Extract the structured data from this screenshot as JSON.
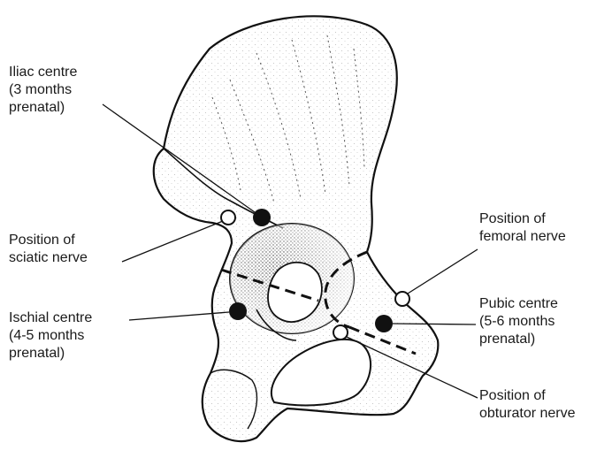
{
  "labels": {
    "iliac_centre": [
      "Iliac centre",
      "(3 months",
      "prenatal)"
    ],
    "sciatic_nerve": [
      "Position of",
      "sciatic nerve"
    ],
    "ischial_centre": [
      "Ischial centre",
      "(4-5 months",
      "prenatal)"
    ],
    "femoral_nerve": [
      "Position of",
      "femoral nerve"
    ],
    "pubic_centre": [
      "Pubic centre",
      "(5-6 months",
      "prenatal)"
    ],
    "obturator_nerve": [
      "Position of",
      "obturator nerve"
    ]
  },
  "legend_markers": {
    "ossification_centre": "filled-circle",
    "nerve_position": "open-circle"
  },
  "colors": {
    "ink": "#1a1a1a",
    "background": "#ffffff"
  }
}
